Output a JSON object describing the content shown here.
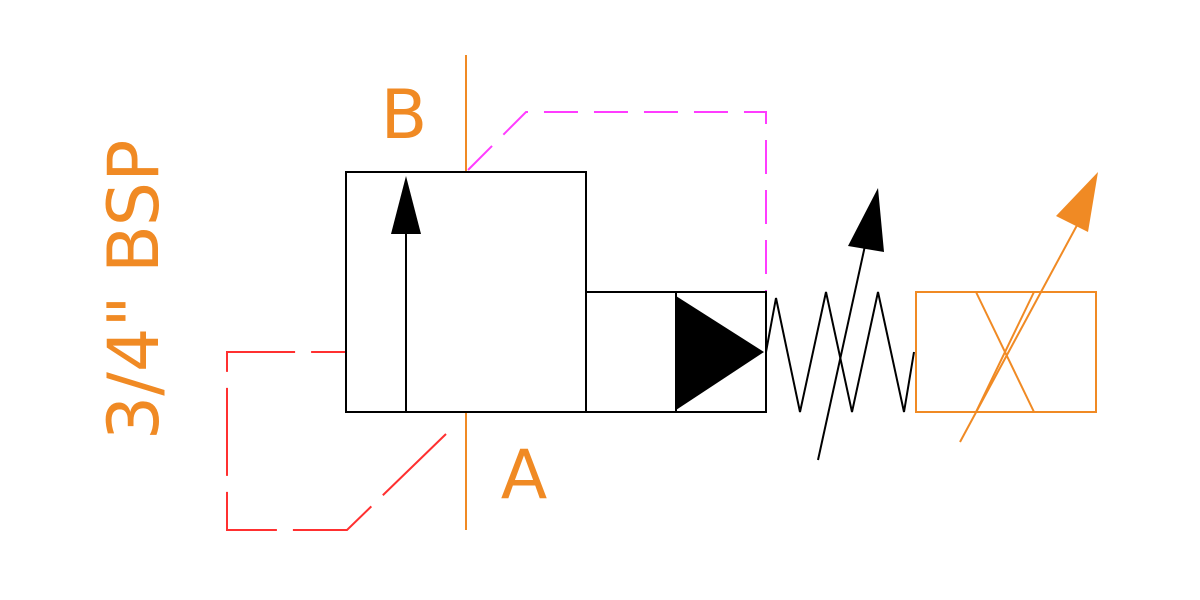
{
  "labels": {
    "port_b": "B",
    "port_a": "A",
    "port_size": "3/4\" BSP"
  },
  "colors": {
    "body": "#000000",
    "port_line": "#f08a24",
    "label": "#f08a24",
    "pilot_line": "#ff3030",
    "drain_line": "#ff3cff",
    "solenoid": "#f08a24"
  }
}
